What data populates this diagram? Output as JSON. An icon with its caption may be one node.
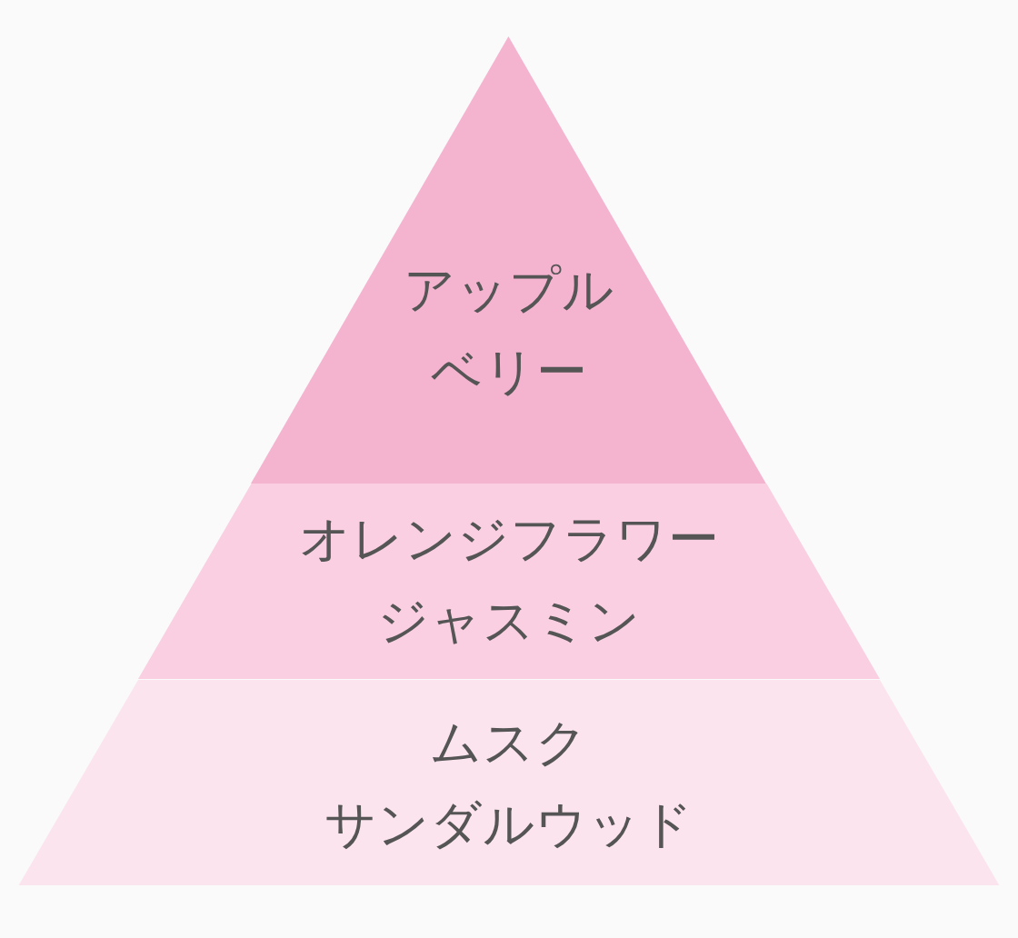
{
  "diagram": {
    "nodes": [
      {
        "text": [
          "アップル",
          "ベリー"
        ]
      },
      {
        "text": [
          "オレンジフラワー",
          "ジャスミン"
        ]
      },
      {
        "text": [
          "ムスク",
          "サンダルウッド"
        ]
      }
    ]
  }
}
